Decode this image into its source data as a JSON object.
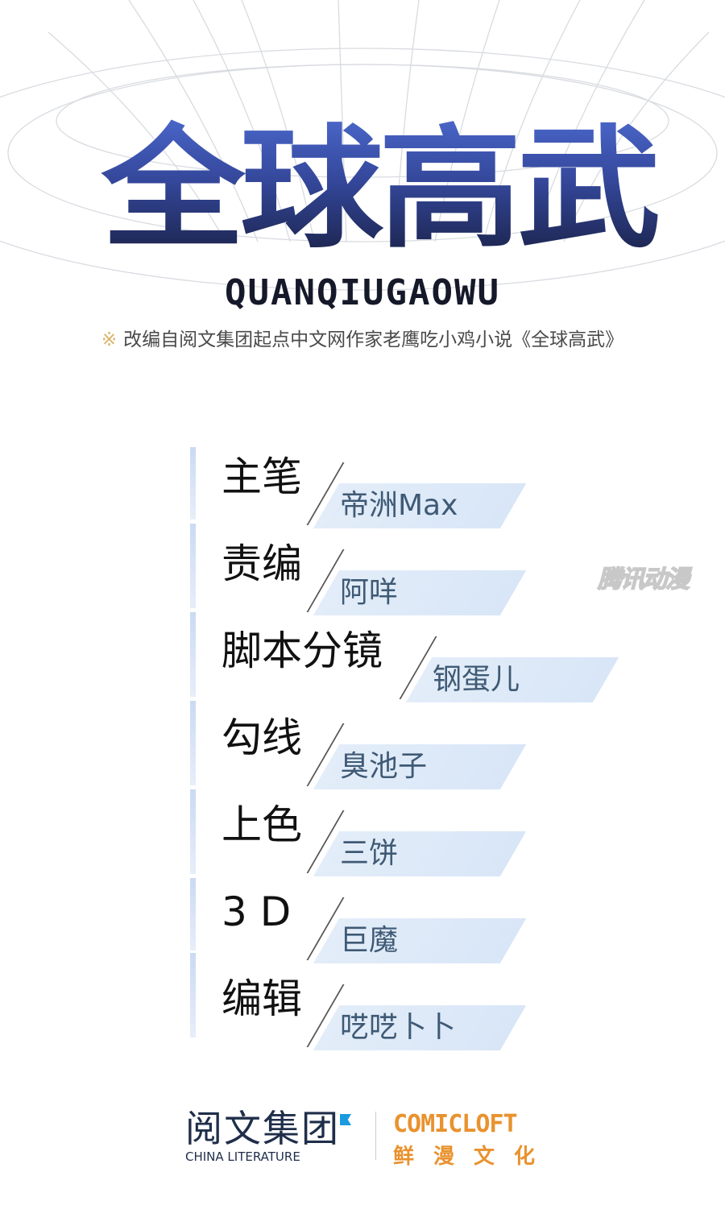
{
  "header": {
    "title": "全球高武",
    "pinyin": "QUANQIUGAOWU",
    "source_mark": "※",
    "source": "改编自阅文集团起点中文网作家老鹰吃小鸡小说《全球高武》"
  },
  "credits": [
    {
      "role": "主笔",
      "name": "帝洲Max"
    },
    {
      "role": "责编",
      "name": "阿咩"
    },
    {
      "role": "脚本分镜",
      "name": "钢蛋儿"
    },
    {
      "role": "勾线",
      "name": "臭池子"
    },
    {
      "role": "上色",
      "name": "三饼"
    },
    {
      "role": "3 D",
      "name": "巨魔"
    },
    {
      "role": "编辑",
      "name": "呓呓卜卜"
    }
  ],
  "watermark": "腾讯动漫",
  "footer": {
    "china_literature_zh": "阅文集团",
    "china_literature_en": "CHINA LITERATURE",
    "comicloft_en": "COMICLOFT",
    "comicloft_zh": "鲜漫文化"
  },
  "colors": {
    "title_top": "#4d6bd0",
    "title_bottom": "#161d3d",
    "tag": "#e3edf9",
    "name": "#3f5a75",
    "comicloft": "#e9922e"
  }
}
